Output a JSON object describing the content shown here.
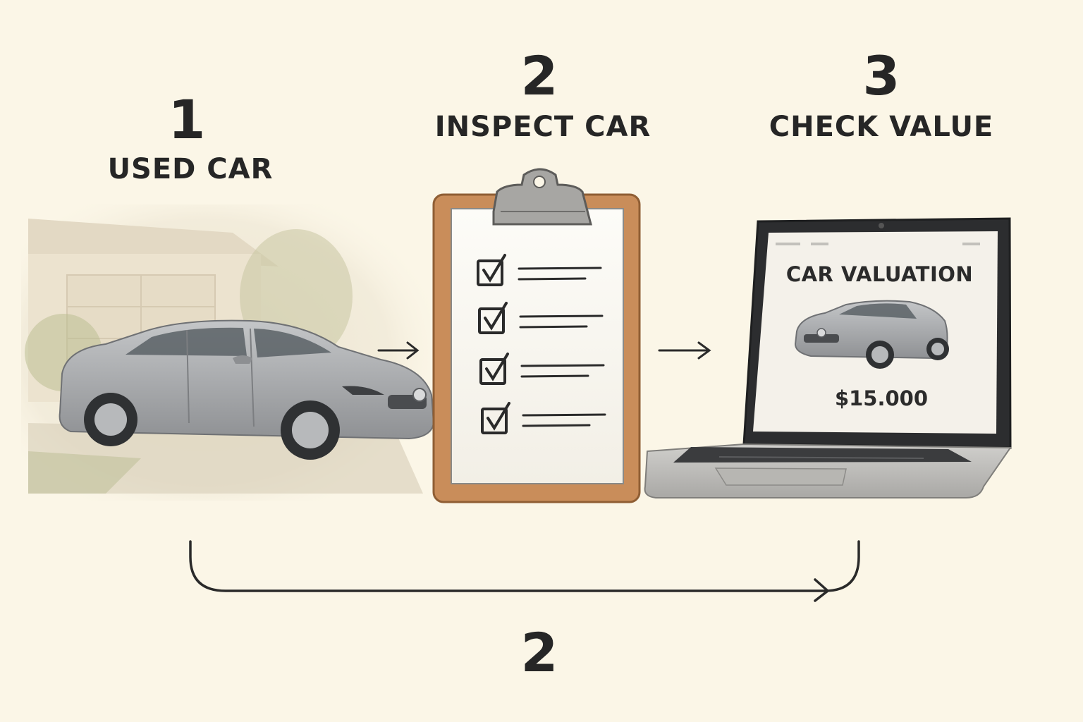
{
  "steps": [
    {
      "number": "1",
      "label": "USED CAR"
    },
    {
      "number": "2",
      "label": "INSPECT CAR"
    },
    {
      "number": "3",
      "label": "CHECK VALUE"
    }
  ],
  "screen": {
    "title": "CAR VALUATION",
    "price": "$15.000"
  },
  "bottom": {
    "number": "2"
  },
  "checklist": {
    "items": 4
  },
  "colors": {
    "background": "#fbf6e7",
    "text": "#262626",
    "clipboard_board": "#c98d5a",
    "car_body": "#a7a9ab",
    "laptop_body": "#bdbdbd"
  }
}
